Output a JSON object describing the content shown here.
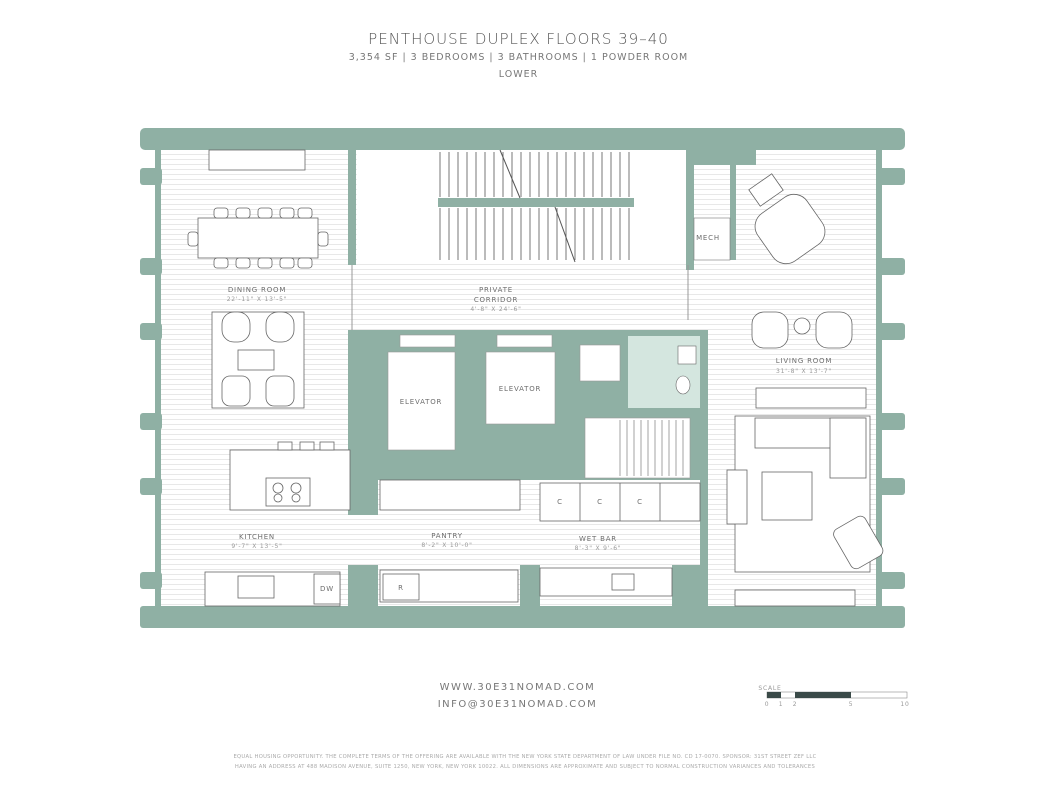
{
  "header": {
    "title": "PENTHOUSE DUPLEX FLOORS 39–40",
    "subtitle": "3,354 SF | 3 BEDROOMS | 3 BATHROOMS | 1 POWDER ROOM",
    "level": "LOWER"
  },
  "colors": {
    "wall": "#8fb0a4",
    "powder_room": "#d4e6df",
    "floor_lines": "#e6e6e6",
    "scale_dark": "#3a4a48"
  },
  "rooms": [
    {
      "name": "DINING ROOM",
      "dims": "22'-11\" X 13'-5\""
    },
    {
      "name": "PRIVATE",
      "name2": "CORRIDOR",
      "dims": "4'-8\" X 24'-6\""
    },
    {
      "name": "LIVING ROOM",
      "dims": "31'-8\" X 13'-7\""
    },
    {
      "name": "KITCHEN",
      "dims": "9'-7\" X 13'-5\""
    },
    {
      "name": "PANTRY",
      "dims": "8'-2\" X 10'-0\""
    },
    {
      "name": "WET BAR",
      "dims": "8'-3\" X 9'-6\""
    }
  ],
  "labels": {
    "elevator": "ELEVATOR",
    "mech": "MECH",
    "dw": "DW",
    "range": "R",
    "cabinet": "C"
  },
  "scale": {
    "label": "SCALE",
    "ticks": [
      "0",
      "1",
      "2",
      "5",
      "10"
    ]
  },
  "footer": {
    "website": "WWW.30E31NOMAD.COM",
    "email": "INFO@30E31NOMAD.COM",
    "legal1": "EQUAL HOUSING OPPORTUNITY. THE COMPLETE TERMS OF THE OFFERING ARE AVAILABLE WITH THE NEW YORK STATE DEPARTMENT OF LAW UNDER FILE NO. CD 17-0070. SPONSOR: 31ST STREET ZEF LLC",
    "legal2": "HAVING AN ADDRESS AT 488 MADISON AVENUE, SUITE 1250, NEW YORK, NEW YORK 10022. ALL DIMENSIONS ARE APPROXIMATE AND SUBJECT TO NORMAL CONSTRUCTION VARIANCES AND TOLERANCES"
  }
}
